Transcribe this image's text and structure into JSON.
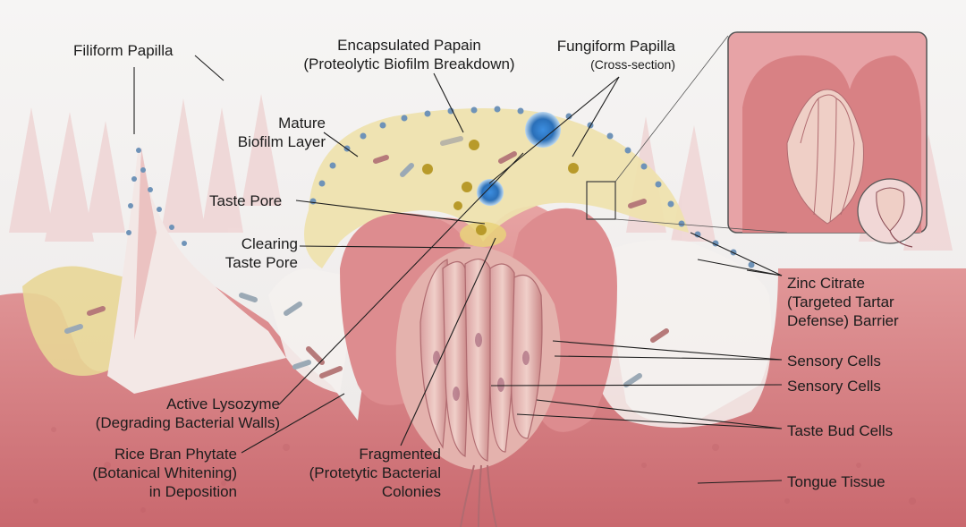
{
  "labels": {
    "filiform": "Filiform Papilla",
    "papain_line1": "Encapsulated Papain",
    "papain_line2": "(Proteolytic Biofilm Breakdown)",
    "fungiform_line1": "Fungiform Papilla",
    "fungiform_line2": "(Cross-section)",
    "biofilm_line1": "Mature",
    "biofilm_line2": "Biofilm Layer",
    "taste_pore": "Taste Pore",
    "clearing_line1": "Clearing",
    "clearing_line2": "Taste Pore",
    "zinc_line1": "Zinc Citrate",
    "zinc_line2": "(Targeted Tartar",
    "zinc_line3": "Defense) Barrier",
    "sensory1": "Sensory Cells",
    "sensory2": "Sensory Cells",
    "taste_bud": "Taste Bud Cells",
    "tongue": "Tongue Tissue",
    "lysozyme_line1": "Active Lysozyme",
    "lysozyme_line2": "(Degrading Bacterial Walls)",
    "phytate_line1": "Rice Bran Phytate",
    "phytate_line2": "(Botanical Whitening)",
    "phytate_line3": "in Deposition",
    "fragmented_line1": "Fragmented",
    "fragmented_line2": "(Protetytic Bacterial",
    "fragmented_line3": "Colonies"
  },
  "colors": {
    "tissue": "#d98a8a",
    "tissue_dark": "#c05f66",
    "biofilm": "#eee2ae",
    "film_white": "#f4f1ee",
    "zinc_dots": "#6f93b8",
    "capsule_blue": "#2a78c6"
  }
}
